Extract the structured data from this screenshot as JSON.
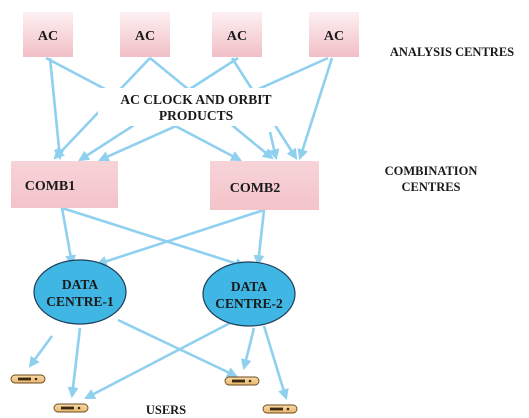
{
  "analysis_centres": {
    "title": "ANALYSIS CENTRES",
    "boxes": [
      "AC",
      "AC",
      "AC",
      "AC"
    ]
  },
  "products": {
    "line1": "AC CLOCK AND ORBIT",
    "line2": "PRODUCTS"
  },
  "combination_centres": {
    "title_line1": "COMBINATION",
    "title_line2": "CENTRES",
    "boxes": [
      "COMB1",
      "COMB2"
    ]
  },
  "data_centres": {
    "items": [
      {
        "line1": "DATA",
        "line2": "CENTRE-1"
      },
      {
        "line1": "DATA",
        "line2": "CENTRE-2"
      }
    ]
  },
  "users": {
    "label": "USERS",
    "icon": "server-drive-icon"
  },
  "colors": {
    "arrow": "#8fd0ef",
    "ac_box_top": "#fdecef",
    "ac_box_bottom": "#f2c3c8",
    "data_centre_fill": "#3fb6e3",
    "user_device": "#f3c98a"
  }
}
